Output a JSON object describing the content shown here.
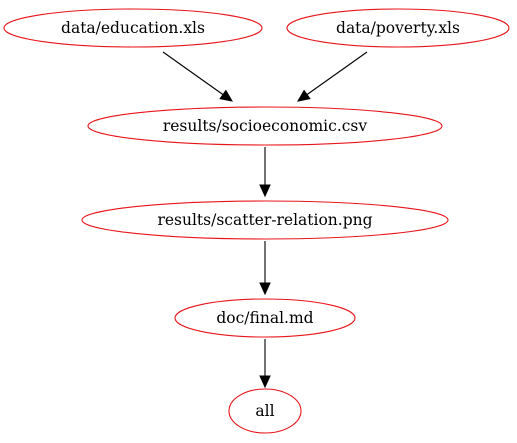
{
  "colors": {
    "node_outline": "#e8141a",
    "edge": "#000000",
    "text": "#000000",
    "background": "#ffffff"
  },
  "nodes": [
    {
      "id": "education",
      "label": "data/education.xls"
    },
    {
      "id": "poverty",
      "label": "data/poverty.xls"
    },
    {
      "id": "socioeconomic",
      "label": "results/socioeconomic.csv"
    },
    {
      "id": "scatter",
      "label": "results/scatter-relation.png"
    },
    {
      "id": "final",
      "label": "doc/final.md"
    },
    {
      "id": "all",
      "label": "all"
    }
  ],
  "edges": [
    {
      "from": "education",
      "to": "socioeconomic"
    },
    {
      "from": "poverty",
      "to": "socioeconomic"
    },
    {
      "from": "socioeconomic",
      "to": "scatter"
    },
    {
      "from": "scatter",
      "to": "final"
    },
    {
      "from": "final",
      "to": "all"
    }
  ]
}
